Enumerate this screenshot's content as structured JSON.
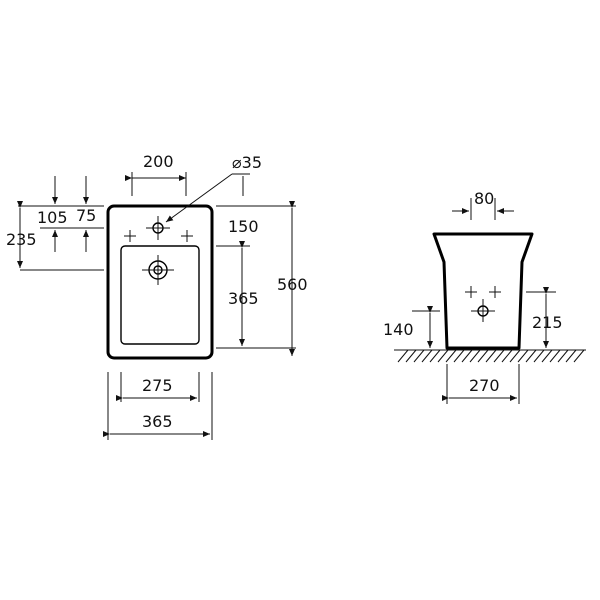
{
  "front_view": {
    "width_top_label": "200",
    "hole_diameter_label": "⌀35",
    "offset_105_label": "105",
    "offset_75_label": "75",
    "offset_235_label": "235",
    "offset_150_label": "150",
    "height_365_label": "365",
    "total_height_label": "560",
    "bowl_width_label": "275",
    "total_width_label": "365"
  },
  "side_view": {
    "top_width_label": "80",
    "inlet_height_label": "140",
    "outlet_height_label": "215",
    "base_width_label": "270"
  }
}
